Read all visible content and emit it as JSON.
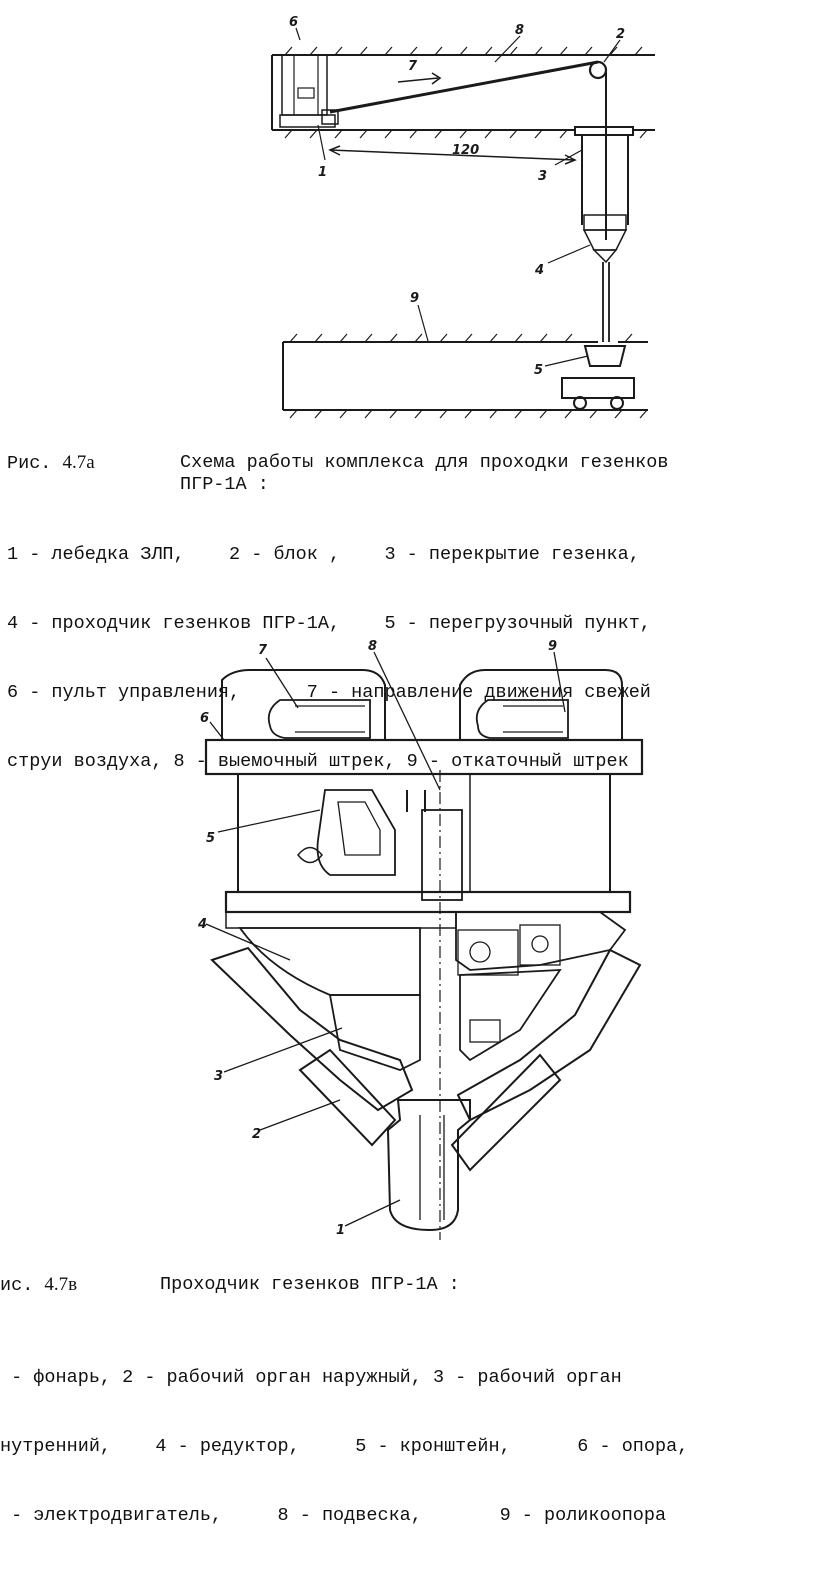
{
  "figure_a": {
    "labels": {
      "n1": "1",
      "n2": "2",
      "n3": "3",
      "n4": "4",
      "n5": "5",
      "n6": "6",
      "n7": "7",
      "n8": "8",
      "n9": "9",
      "dim": "120"
    },
    "caption": {
      "prefix": "Рис.",
      "number": "4.7а",
      "title": "Схема работы комплекса для проходки гезенков",
      "title2": "ПГР-1А :",
      "lines": [
        "1 - лебедка ЗЛП,    2 - блок ,    3 - перекрытие гезенка,",
        "4 - проходчик гезенков ПГР-1А,    5 - перегрузочный пункт,",
        "6 - пульт управления,      7 - направление движения свежей",
        "струи воздуха, 8 - выемочный штрек, 9 - откаточный штрек"
      ]
    }
  },
  "figure_b": {
    "labels": {
      "n1": "1",
      "n2": "2",
      "n3": "3",
      "n4": "4",
      "n5": "5",
      "n6": "6",
      "n7": "7",
      "n8": "8",
      "n9": "9"
    },
    "caption": {
      "prefix": "ис.",
      "number": "4.7в",
      "title": "Проходчик гезенков ПГР-1А :",
      "lines": [
        " - фонарь, 2 - рабочий орган наружный, 3 - рабочий орган",
        "нутренний,    4 - редуктор,     5 - кронштейн,      6 - опора,",
        " - электродвигатель,     8 - подвеска,       9 - роликоопора"
      ]
    }
  }
}
